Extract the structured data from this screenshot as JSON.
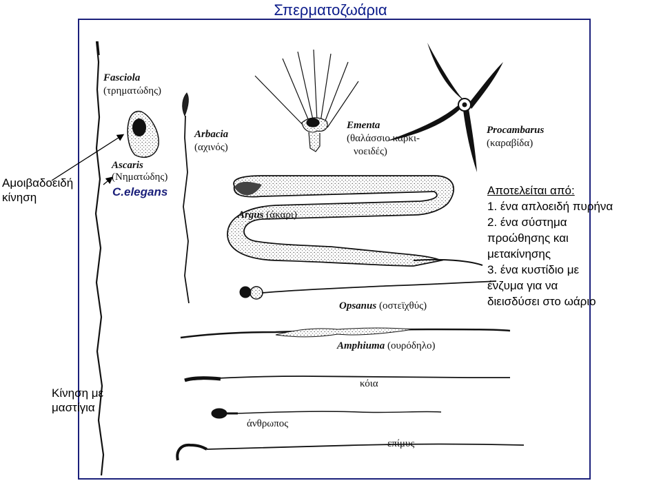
{
  "title": "Σπερματοζωάρια",
  "left_labels": {
    "amoeboid_line1": "Αμοιβαδοειδή",
    "amoeboid_line2": "κίνηση",
    "flagellar_line1": "Κίνηση με",
    "flagellar_line2": "μαστίγια"
  },
  "celegans": "C.elegans",
  "composition": {
    "heading": "Αποτελείται από:",
    "items": [
      "1. ένα απλοειδή πυρήνα",
      "2. ένα σύστημα",
      "προώθησης και",
      "μετακίνησης",
      "3. ένα κυστίδιο με",
      "ένζυμα για να",
      "διεισδύσει στο ωάριο"
    ]
  },
  "specimens": {
    "fasciola": {
      "name": "Fasciola",
      "common": "(τρηματώδης)"
    },
    "ascaris": {
      "name": "Ascaris",
      "common": "(Νηματώδης)"
    },
    "arbacia": {
      "name": "Arbacia",
      "common": "(αχινός)"
    },
    "ementa": {
      "name": "Ementa",
      "common1": "(θαλάσσιο καρκι-",
      "common2": "νοειδές)"
    },
    "procambarus": {
      "name": "Procambarus",
      "common": "(καραβίδα)"
    },
    "argus": {
      "name": "Argus",
      "common": "(άκαρι)"
    },
    "opsanus": {
      "name": "Opsanus",
      "common": "(οστεϊχθύς)"
    },
    "amphiuma": {
      "name": "Amphiuma",
      "common": "(ουρόδηλο)"
    },
    "koia": {
      "common": "κόια"
    },
    "anthropos": {
      "common": "άνθρωπος"
    },
    "epimys": {
      "common": "επίμυς"
    }
  },
  "colors": {
    "title": "#0b1b8a",
    "frame": "#1a1f7a",
    "ink": "#111111"
  }
}
